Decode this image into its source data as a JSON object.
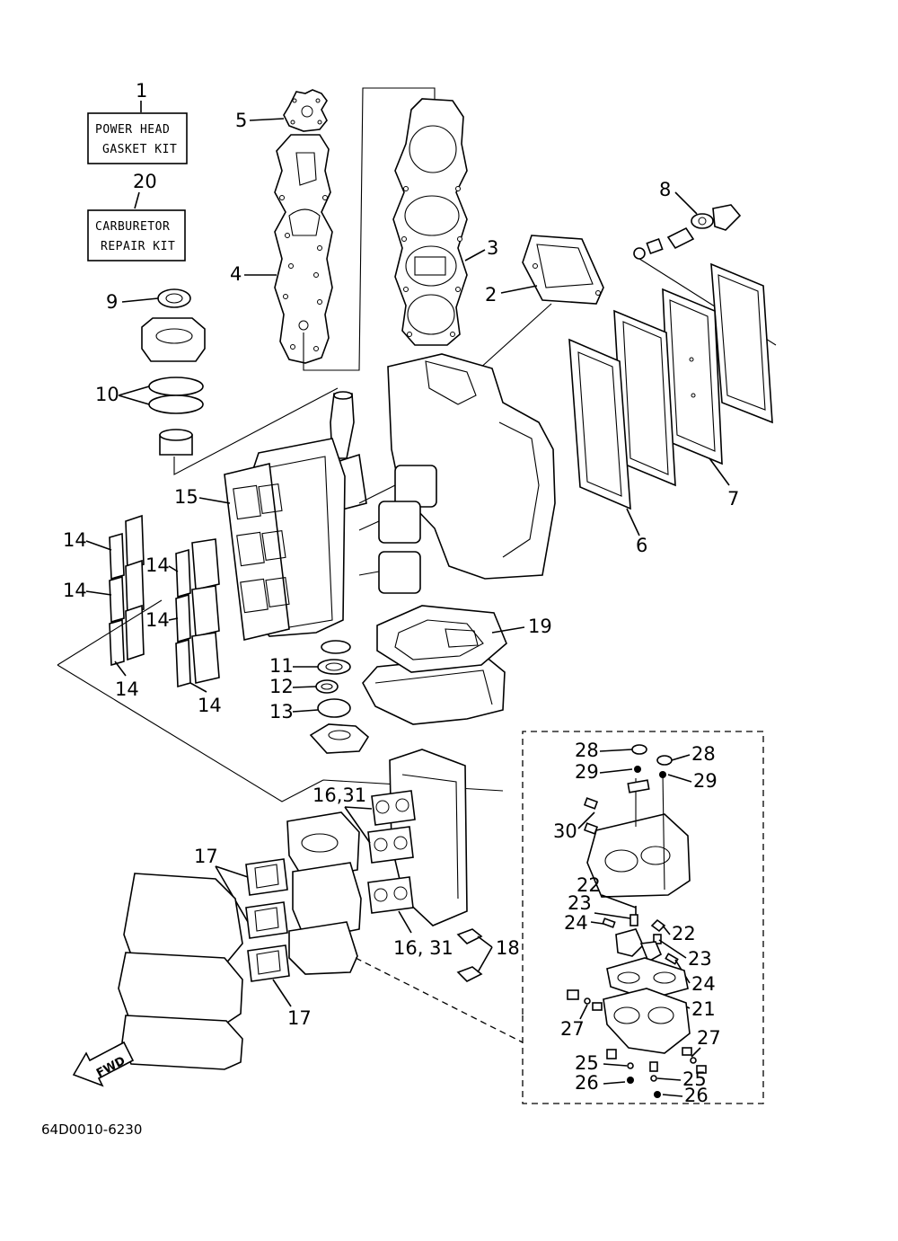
{
  "kits": [
    {
      "number": "1",
      "line1": "POWER HEAD",
      "line2": "GASKET KIT"
    },
    {
      "number": "20",
      "line1": "CARBURETOR",
      "line2": "REPAIR KIT"
    }
  ],
  "callouts": {
    "c2": "2",
    "c3": "3",
    "c4": "4",
    "c5": "5",
    "c6": "6",
    "c7": "7",
    "c8": "8",
    "c9": "9",
    "c10": "10",
    "c11": "11",
    "c12": "12",
    "c13": "13",
    "c14a": "14",
    "c14b": "14",
    "c14c": "14",
    "c14d": "14",
    "c14e": "14",
    "c14f": "14",
    "c15": "15",
    "c16a": "16,31",
    "c16b": "16, 31",
    "c17a": "17",
    "c17b": "17",
    "c18": "18",
    "c19": "19",
    "c21": "21",
    "c22a": "22",
    "c22b": "22",
    "c23a": "23",
    "c23b": "23",
    "c24a": "24",
    "c24b": "24",
    "c25a": "25",
    "c25b": "25",
    "c26a": "26",
    "c26b": "26",
    "c27a": "27",
    "c27b": "27",
    "c28a": "28",
    "c28b": "28",
    "c29a": "29",
    "c29b": "29",
    "c30": "30"
  },
  "fwd_label": "FWD",
  "document_number": "64D0010-6230"
}
